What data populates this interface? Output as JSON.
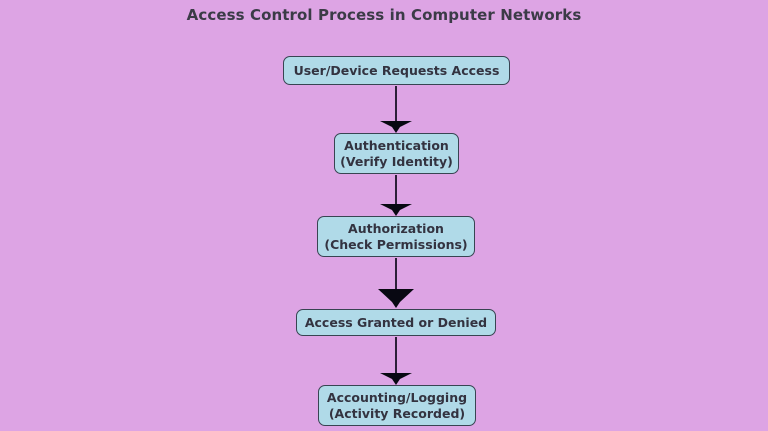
{
  "diagram": {
    "title": "Access Control Process in Computer Networks",
    "type": "flowchart",
    "orientation": "top-to-bottom",
    "colors": {
      "background": "#dda4e4",
      "node_fill": "#b0dae8",
      "node_border": "#384452",
      "node_text": "#333340",
      "title_text": "#3b3b47",
      "edge": "#2c2038",
      "arrowhead": "#080812"
    },
    "nodes": [
      {
        "id": "request",
        "label": "User/Device Requests Access",
        "lines": [
          "User/Device Requests Access"
        ],
        "shape": "rounded-rectangle",
        "step": 1
      },
      {
        "id": "authn",
        "label": "Authentication (Verify Identity)",
        "lines": [
          "Authentication",
          "(Verify Identity)"
        ],
        "shape": "rounded-rectangle",
        "step": 2
      },
      {
        "id": "authz",
        "label": "Authorization (Check Permissions)",
        "lines": [
          "Authorization",
          "(Check Permissions)"
        ],
        "shape": "rounded-rectangle",
        "step": 3
      },
      {
        "id": "decision",
        "label": "Access Granted or Denied",
        "lines": [
          "Access Granted or Denied"
        ],
        "shape": "rounded-rectangle",
        "step": 4
      },
      {
        "id": "logging",
        "label": "Accounting/Logging (Activity Recorded)",
        "lines": [
          "Accounting/Logging",
          "(Activity Recorded)"
        ],
        "shape": "rounded-rectangle",
        "step": 5
      }
    ],
    "edges": [
      {
        "id": "edge-1",
        "from": "request",
        "to": "authn",
        "arrow": "filled-triangle",
        "label": ""
      },
      {
        "id": "edge-2",
        "from": "authn",
        "to": "authz",
        "arrow": "filled-triangle",
        "label": ""
      },
      {
        "id": "edge-3",
        "from": "authz",
        "to": "decision",
        "arrow": "filled-triangle",
        "label": ""
      },
      {
        "id": "edge-4",
        "from": "decision",
        "to": "logging",
        "arrow": "filled-triangle",
        "label": ""
      }
    ]
  }
}
